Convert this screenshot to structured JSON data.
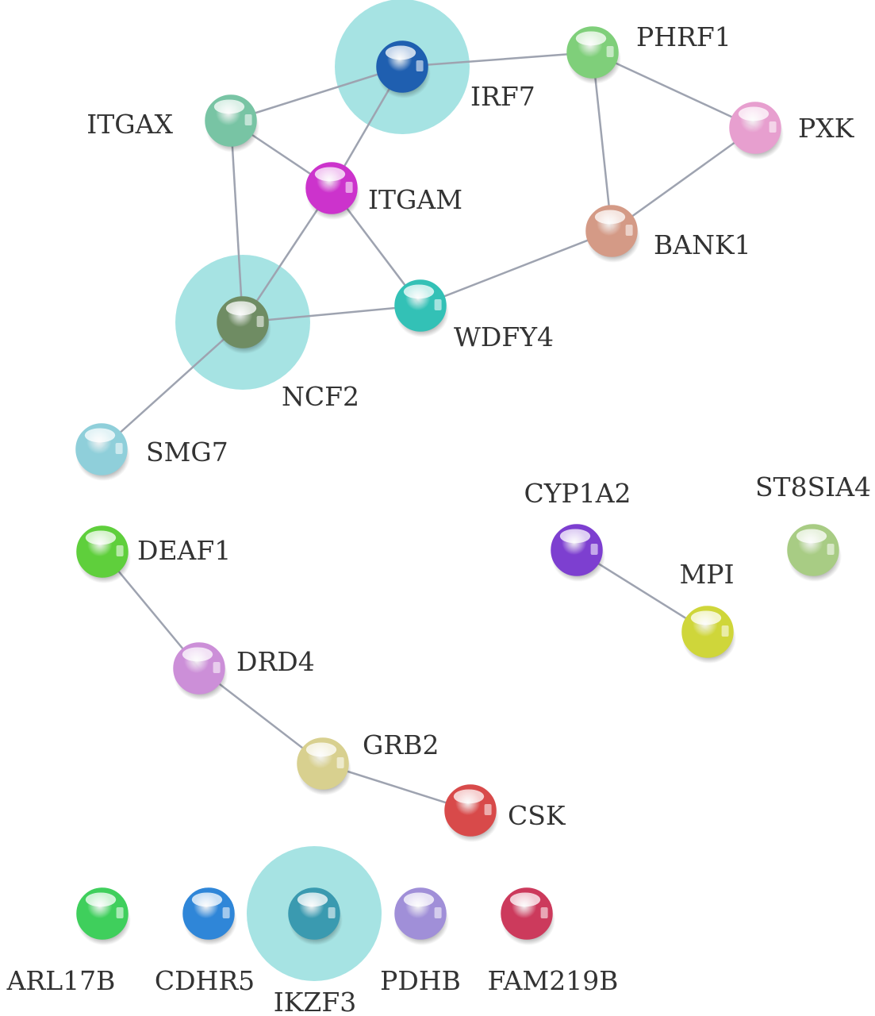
{
  "network": {
    "nodes": [
      {
        "id": "IRF7",
        "label": "IRF7",
        "color": "#1f5fb0",
        "highlight": true
      },
      {
        "id": "PHRF1",
        "label": "PHRF1",
        "color": "#7fcf7a",
        "highlight": false
      },
      {
        "id": "ITGAX",
        "label": "ITGAX",
        "color": "#78c4a4",
        "highlight": false
      },
      {
        "id": "PXK",
        "label": "PXK",
        "color": "#e79fcf",
        "highlight": false
      },
      {
        "id": "ITGAM",
        "label": "ITGAM",
        "color": "#cc33cc",
        "highlight": false
      },
      {
        "id": "BANK1",
        "label": "BANK1",
        "color": "#d49a86",
        "highlight": false
      },
      {
        "id": "NCF2",
        "label": "NCF2",
        "color": "#6f8c63",
        "highlight": true
      },
      {
        "id": "WDFY4",
        "label": "WDFY4",
        "color": "#33c1b6",
        "highlight": false
      },
      {
        "id": "SMG7",
        "label": "SMG7",
        "color": "#8fcfda",
        "highlight": false
      },
      {
        "id": "CYP1A2",
        "label": "CYP1A2",
        "color": "#7d3fd0",
        "highlight": false
      },
      {
        "id": "ST8SIA4",
        "label": "ST8SIA4",
        "color": "#a8cc84",
        "highlight": false
      },
      {
        "id": "DEAF1",
        "label": "DEAF1",
        "color": "#5fcf3c",
        "highlight": false
      },
      {
        "id": "MPI",
        "label": "MPI",
        "color": "#cfd63a",
        "highlight": false
      },
      {
        "id": "DRD4",
        "label": "DRD4",
        "color": "#cc8fd8",
        "highlight": false
      },
      {
        "id": "GRB2",
        "label": "GRB2",
        "color": "#d8d08f",
        "highlight": false
      },
      {
        "id": "CSK",
        "label": "CSK",
        "color": "#d84a4a",
        "highlight": false
      },
      {
        "id": "ARL17B",
        "label": "ARL17B",
        "color": "#3fcf5c",
        "highlight": false
      },
      {
        "id": "CDHR5",
        "label": "CDHR5",
        "color": "#2f86d8",
        "highlight": false
      },
      {
        "id": "IKZF3",
        "label": "IKZF3",
        "color": "#3a9ab0",
        "highlight": true
      },
      {
        "id": "PDHB",
        "label": "PDHB",
        "color": "#a08fd8",
        "highlight": false
      },
      {
        "id": "FAM219B",
        "label": "FAM219B",
        "color": "#cc3a5c",
        "highlight": false
      }
    ],
    "edges": [
      {
        "source": "IRF7",
        "target": "PHRF1"
      },
      {
        "source": "IRF7",
        "target": "ITGAX"
      },
      {
        "source": "IRF7",
        "target": "ITGAM"
      },
      {
        "source": "PHRF1",
        "target": "PXK"
      },
      {
        "source": "PHRF1",
        "target": "BANK1"
      },
      {
        "source": "PXK",
        "target": "BANK1"
      },
      {
        "source": "ITGAX",
        "target": "ITGAM"
      },
      {
        "source": "ITGAX",
        "target": "NCF2"
      },
      {
        "source": "ITGAM",
        "target": "NCF2"
      },
      {
        "source": "ITGAM",
        "target": "WDFY4"
      },
      {
        "source": "BANK1",
        "target": "WDFY4"
      },
      {
        "source": "NCF2",
        "target": "WDFY4"
      },
      {
        "source": "NCF2",
        "target": "SMG7"
      },
      {
        "source": "CYP1A2",
        "target": "MPI"
      },
      {
        "source": "DEAF1",
        "target": "DRD4"
      },
      {
        "source": "DRD4",
        "target": "GRB2"
      },
      {
        "source": "GRB2",
        "target": "CSK"
      }
    ],
    "highlight_color": "#a6e3e3"
  }
}
